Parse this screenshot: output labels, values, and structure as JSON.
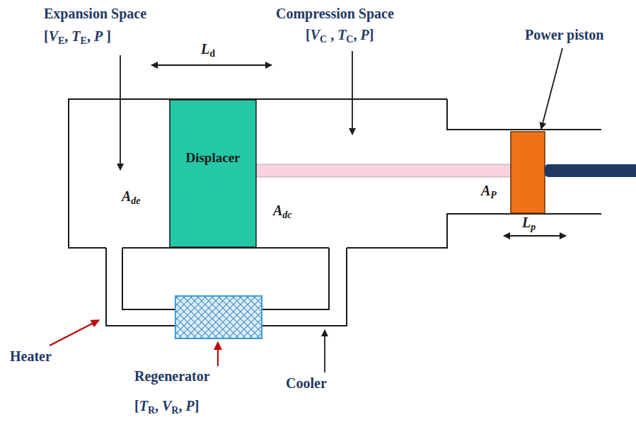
{
  "diagram": {
    "nodes": [
      {
        "text": [
          "Displacer"
        ]
      }
    ],
    "labels": [
      "Expansion Space",
      "[VE, TE, P ]",
      "Ld",
      "Compression Space",
      "[VC , TC, P]",
      "Power piston",
      "Ade",
      "Adc",
      "AP",
      "Lp",
      "Heater",
      "Regenerator",
      "Cooler",
      "[TR, VR, P]"
    ]
  }
}
